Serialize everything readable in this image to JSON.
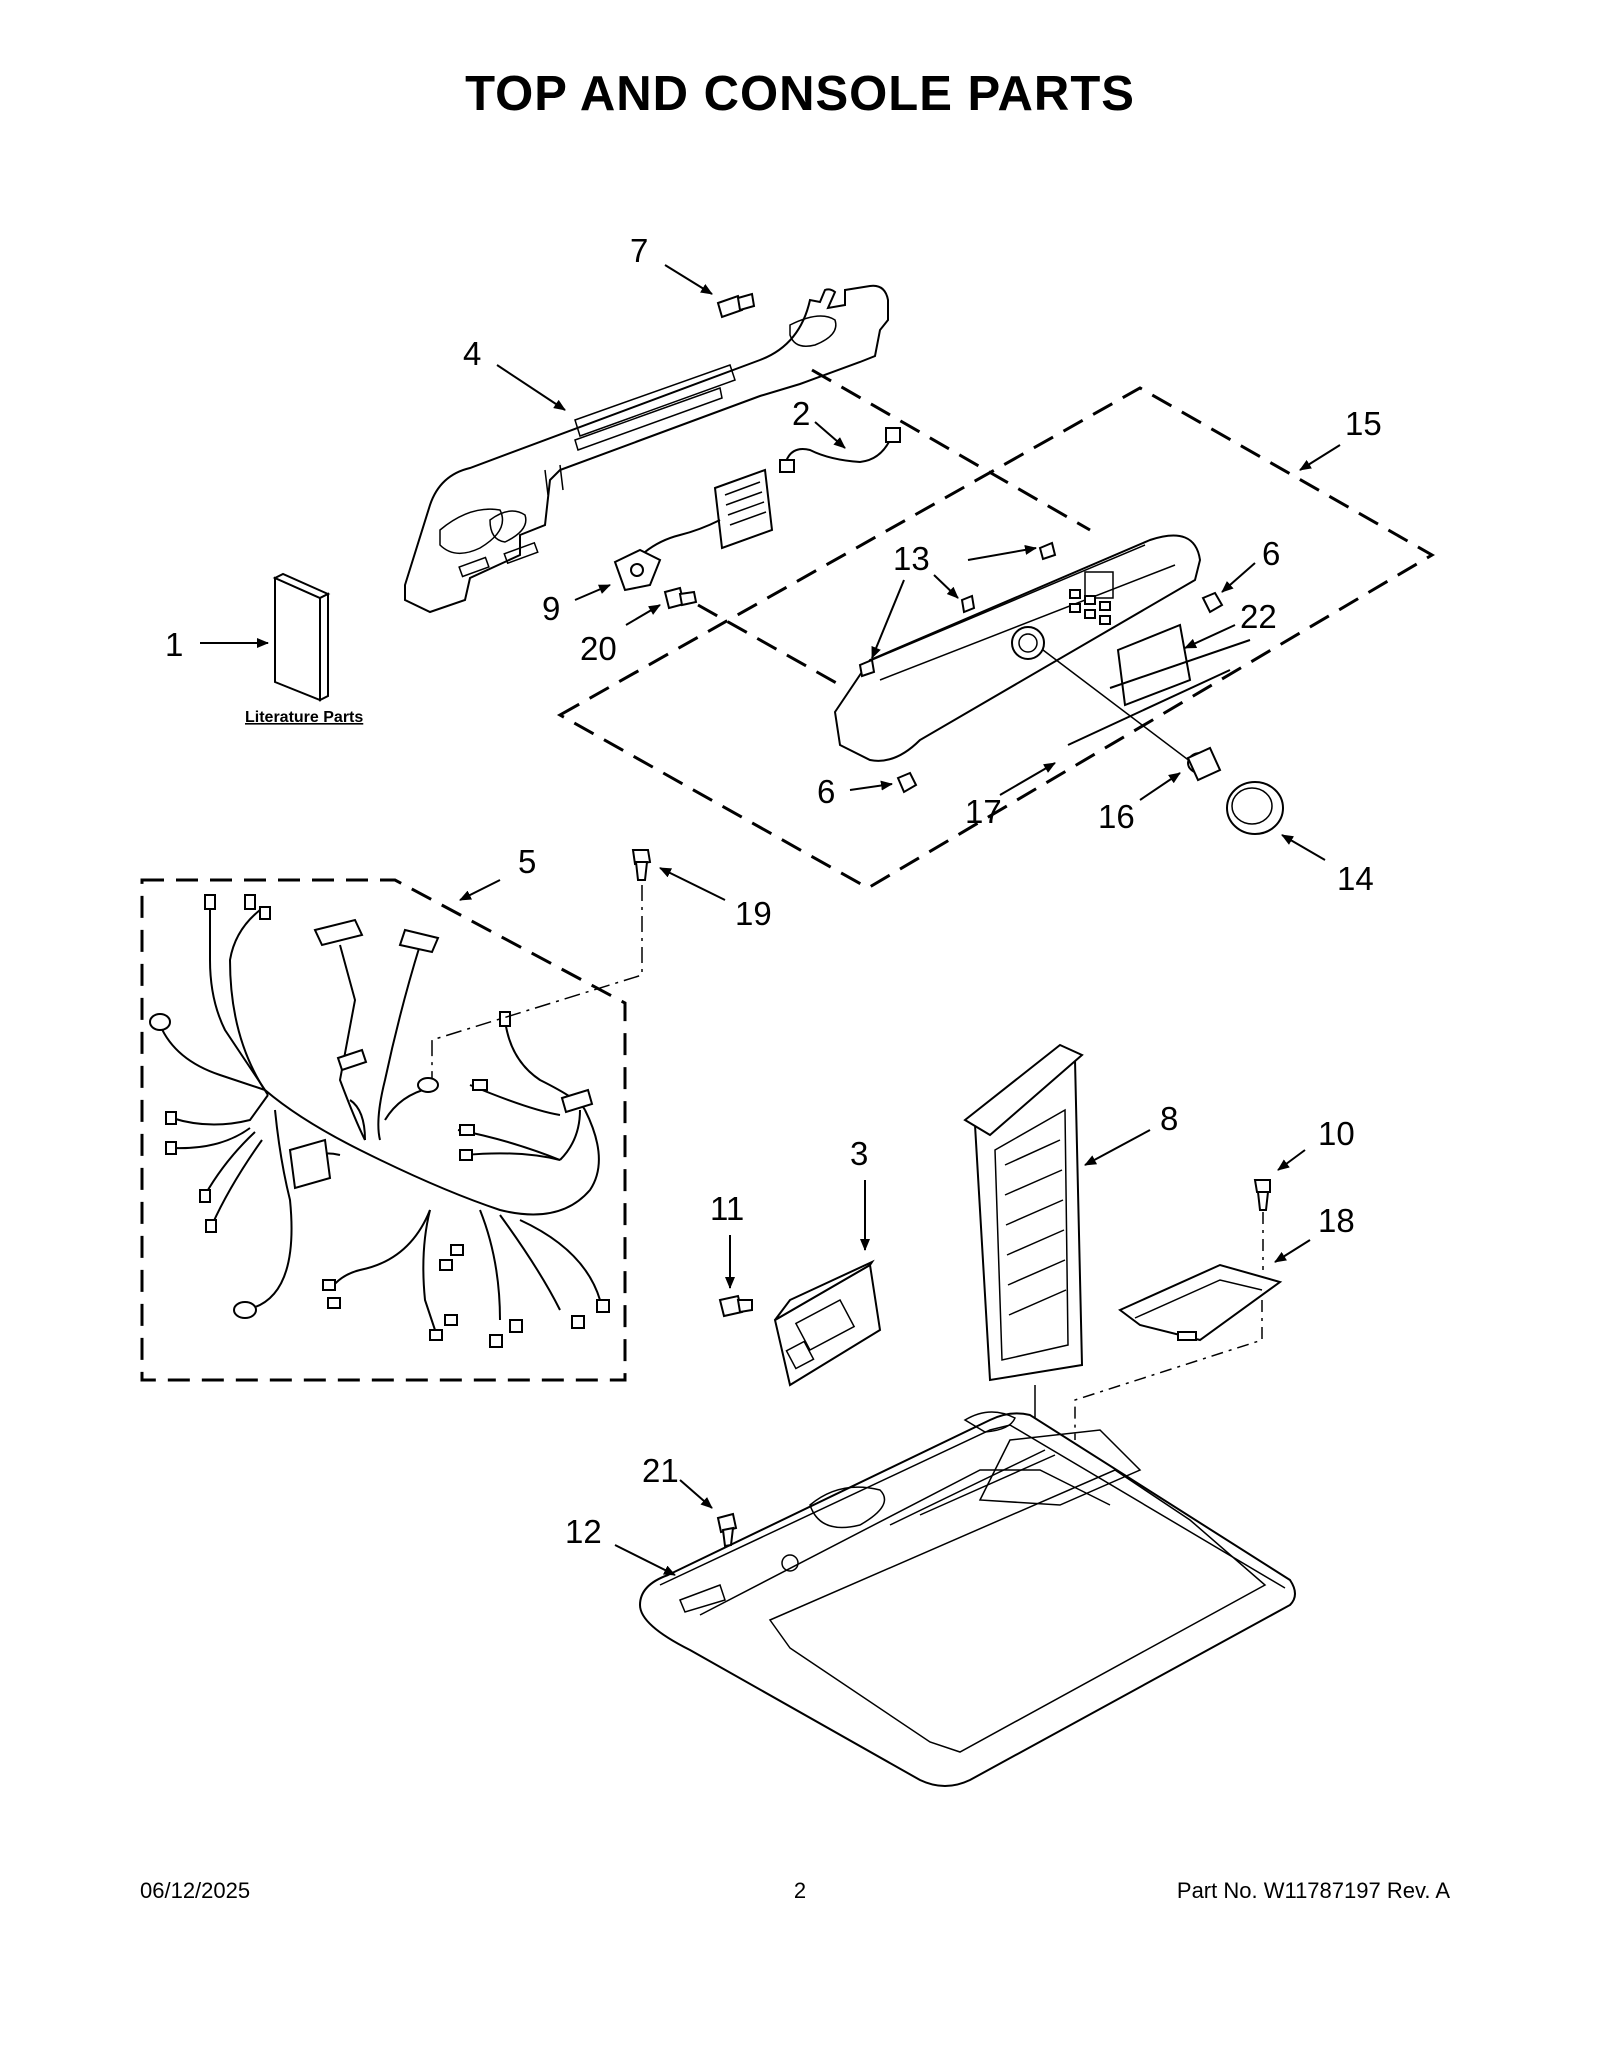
{
  "page": {
    "title": "TOP AND CONSOLE PARTS",
    "literature_label": "Literature Parts"
  },
  "callouts": {
    "c1": "1",
    "c2": "2",
    "c3": "3",
    "c4": "4",
    "c5": "5",
    "c6a": "6",
    "c6b": "6",
    "c7": "7",
    "c8": "8",
    "c9": "9",
    "c10": "10",
    "c11": "11",
    "c12": "12",
    "c13": "13",
    "c14": "14",
    "c15": "15",
    "c16": "16",
    "c17": "17",
    "c18": "18",
    "c19": "19",
    "c20": "20",
    "c21": "21",
    "c22": "22"
  },
  "footer": {
    "date": "06/12/2025",
    "page_number": "2",
    "part_number": "Part No.  W11787197  Rev.  A"
  }
}
